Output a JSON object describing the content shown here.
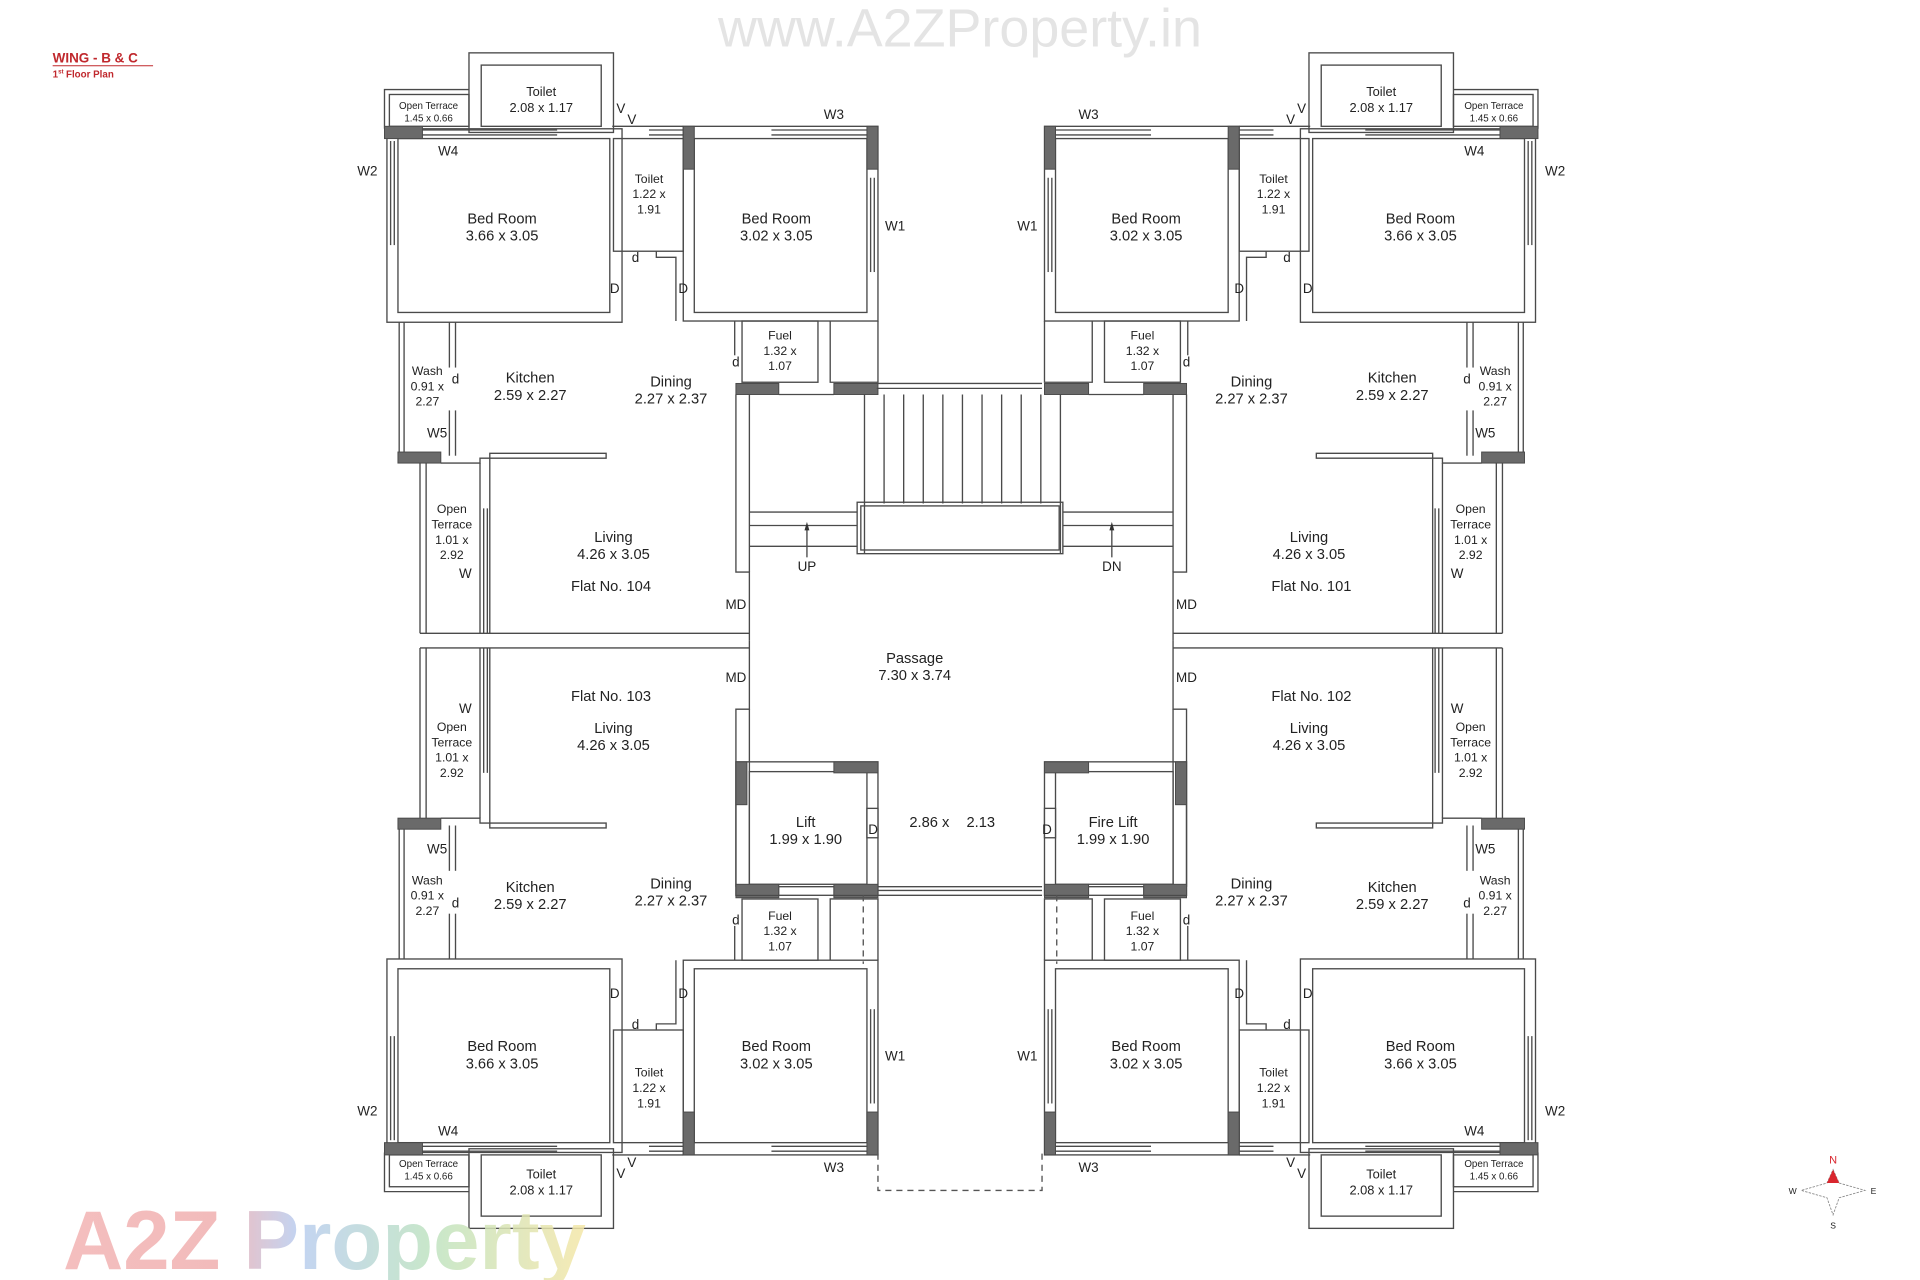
{
  "header": {
    "title": "WING - B & C",
    "floor_number": "1",
    "floor_suffix": "st",
    "subtitle": "Floor Plan",
    "accent_color": "#c0282d"
  },
  "rooms": {
    "open_terrace_small": {
      "name": "Open Terrace",
      "size": "1.45 x 0.66"
    },
    "toilet_master": {
      "name": "Toilet",
      "size": "2.08 x 1.17"
    },
    "bed_master": {
      "name": "Bed Room",
      "size": "3.66 x 3.05"
    },
    "toilet": {
      "name": "Toilet",
      "size_a": "1.22 x",
      "size_b": "1.91"
    },
    "bed_second": {
      "name": "Bed Room",
      "size": "3.02 x 3.05"
    },
    "fuel": {
      "name": "Fuel",
      "size_a": "1.32 x",
      "size_b": "1.07"
    },
    "wash": {
      "name": "Wash",
      "size_a": "0.91 x",
      "size_b": "2.27"
    },
    "kitchen": {
      "name": "Kitchen",
      "size": "2.59 x 2.27"
    },
    "dining": {
      "name": "Dining",
      "size": "2.27 x 2.37"
    },
    "open_terrace": {
      "name_a": "Open",
      "name_b": "Terrace",
      "size_a": "1.01 x",
      "size_b": "2.92"
    },
    "living": {
      "name": "Living",
      "size": "4.26 x 3.05"
    }
  },
  "flats": {
    "top_left": "Flat No. 104",
    "top_right": "Flat No. 101",
    "bottom_left": "Flat No. 103",
    "bottom_right": "Flat No. 102"
  },
  "markers": {
    "W1": "W1",
    "W2": "W2",
    "W3": "W3",
    "W4": "W4",
    "W5": "W5",
    "W": "W",
    "D": "D",
    "d": "d",
    "V": "V",
    "MD": "MD"
  },
  "core": {
    "passage": {
      "name": "Passage",
      "size": "7.30 x 3.74"
    },
    "lift": {
      "name": "Lift",
      "size": "1.99 x 1.90"
    },
    "fire_lift": {
      "name": "Fire Lift",
      "size": "1.99 x 1.90"
    },
    "lobby": {
      "size_a": "2.86 x",
      "size_b": "2.13"
    },
    "stair_up": "UP",
    "stair_down": "DN"
  },
  "compass": {
    "N": "N",
    "E": "E",
    "S": "S",
    "W": "W",
    "north_color": "#d9262e"
  },
  "watermarks": {
    "url": "www.A2ZProperty.in",
    "logo": "A2Z Property"
  }
}
